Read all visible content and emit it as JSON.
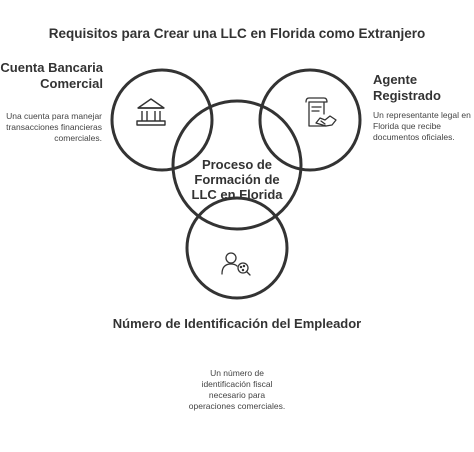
{
  "title": "Requisitos para Crear una LLC en Florida como Extranjero",
  "center": {
    "label": "Proceso de Formación de LLC en Florida"
  },
  "items": [
    {
      "id": "bank",
      "title": "Cuenta Bancaria Comercial",
      "description": "Una cuenta para manejar transacciones financieras comerciales.",
      "icon": "bank-icon"
    },
    {
      "id": "agent",
      "title": "Agente Registrado",
      "description": "Un representante legal en Florida que recibe documentos oficiales.",
      "icon": "contract-handshake-icon"
    },
    {
      "id": "ein",
      "title": "Número de Identificación del Empleador",
      "description": "Un número de identificación fiscal necesario para operaciones comerciales.",
      "icon": "user-search-icon"
    }
  ],
  "colors": {
    "stroke": "#333333",
    "text": "#333333"
  }
}
